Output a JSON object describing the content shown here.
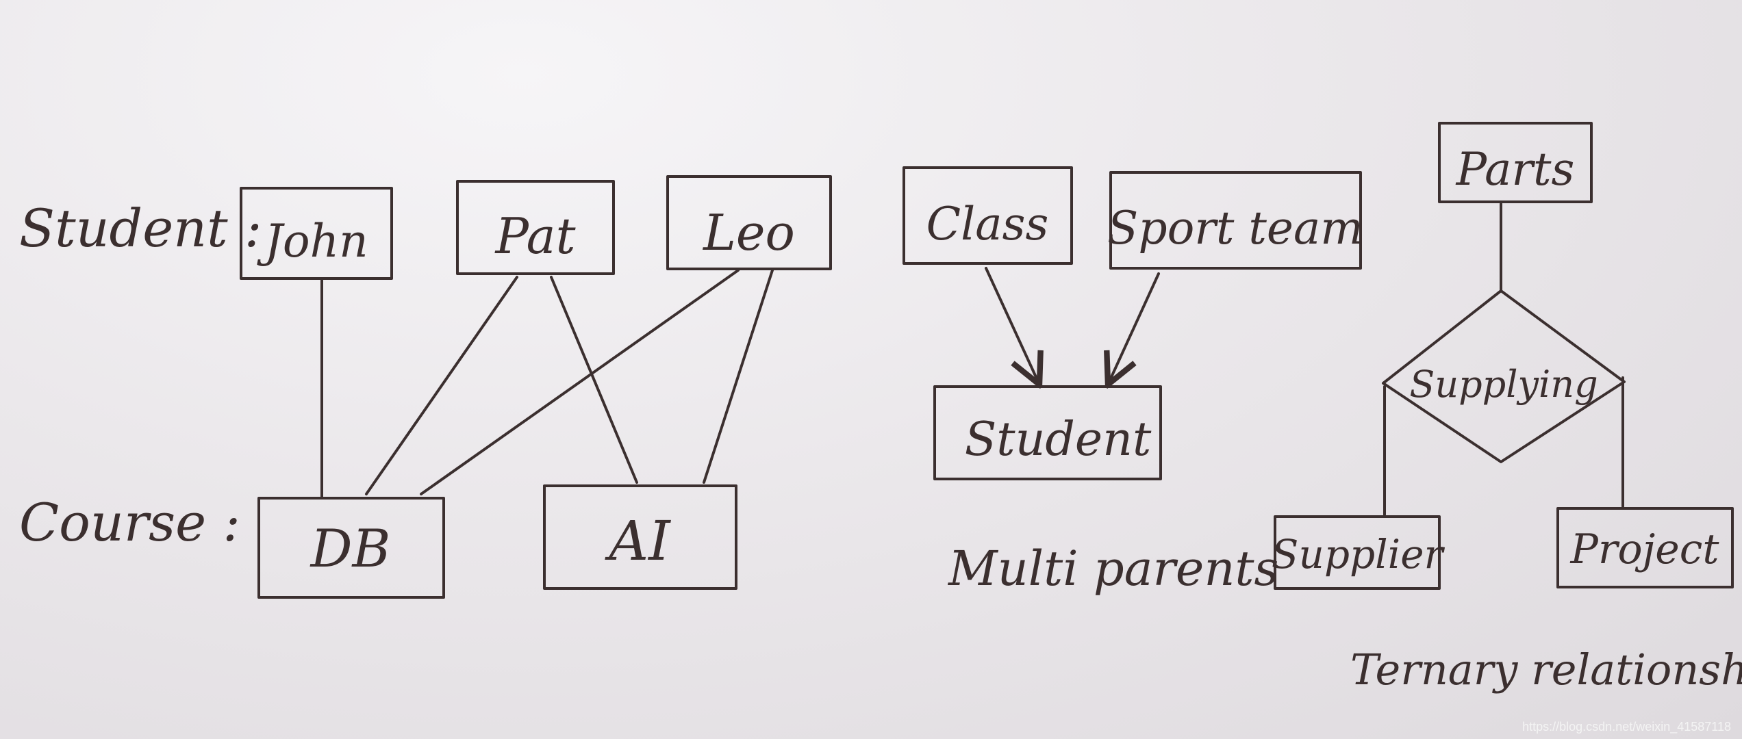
{
  "labels": {
    "student_row": "Student :",
    "course_row": "Course :",
    "multi_parents_caption": "Multi parents",
    "ternary_caption": "Ternary relationship"
  },
  "nodes": {
    "john": "John",
    "pat": "Pat",
    "leo": "Leo",
    "db": "DB",
    "ai": "AI",
    "class": "Class",
    "sport_team": "Sport team",
    "student": "Student",
    "parts": "Parts",
    "supplying": "Supplying",
    "supplier": "Supplier",
    "project": "Project"
  },
  "watermark": "https://blog.csdn.net/weixin_41587118"
}
